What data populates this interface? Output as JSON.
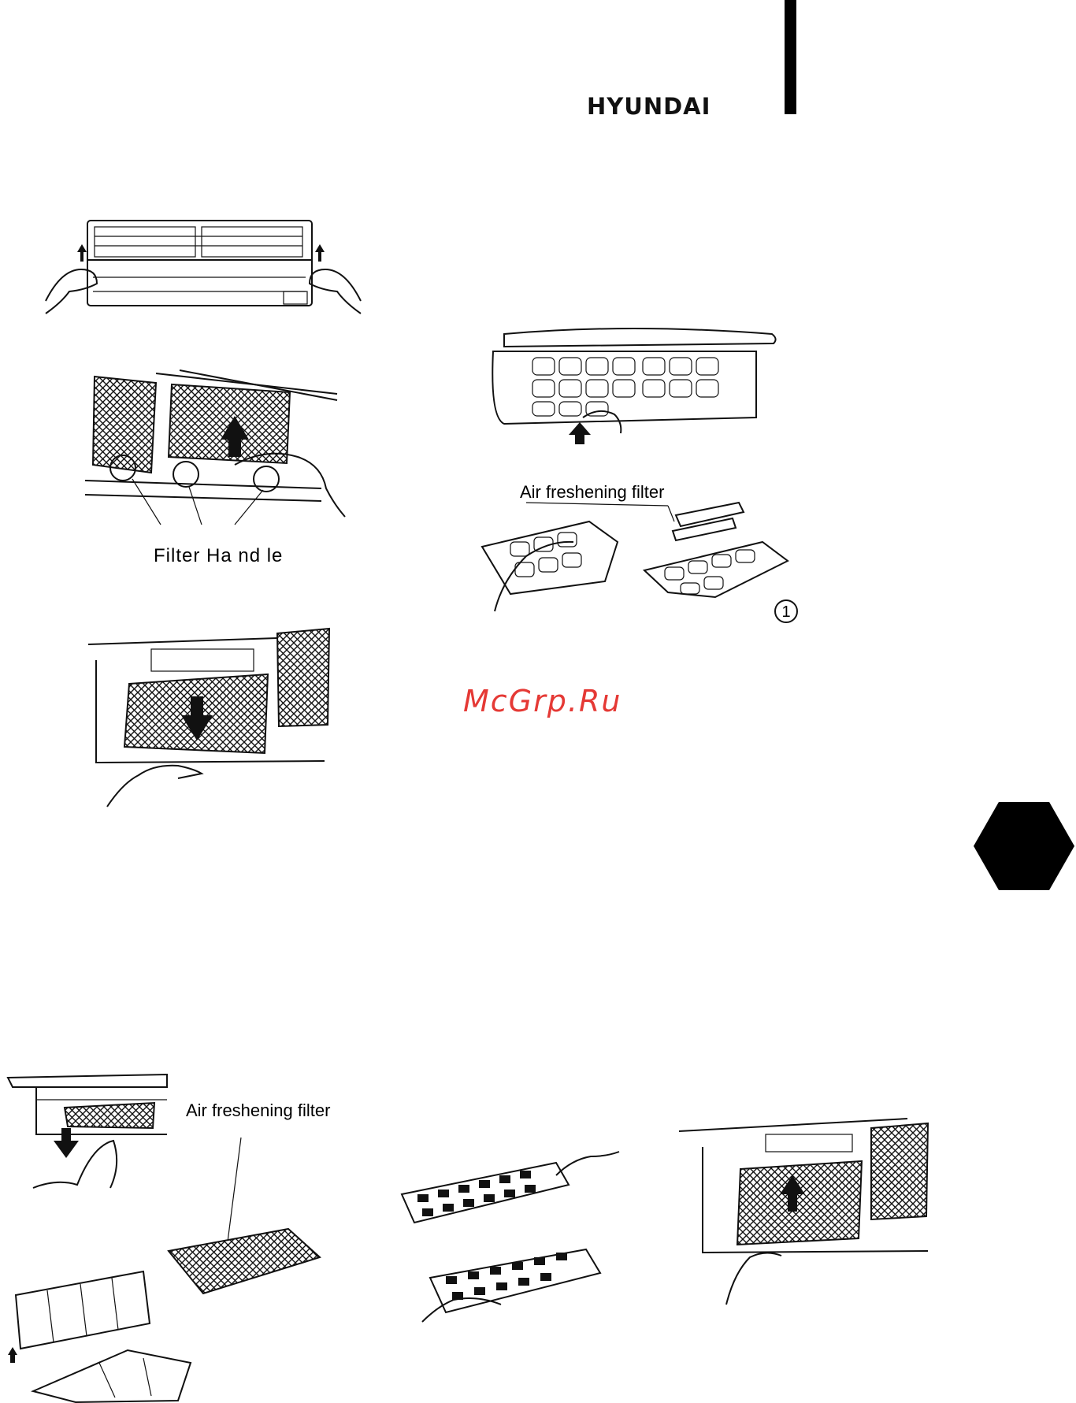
{
  "header": {
    "brand": "HYUNDAI"
  },
  "labels": {
    "filter_handle": "Filter Ha nd le",
    "air_freshening_top": "Air freshening filter",
    "air_freshening_bottom": "Air freshening filter",
    "step_number": "1"
  },
  "watermark": "McGrp.Ru",
  "illustrations": [
    {
      "name": "open-front-panel"
    },
    {
      "name": "pull-filter-handle"
    },
    {
      "name": "remove-filter-down"
    },
    {
      "name": "indoor-unit-open-filter-lift"
    },
    {
      "name": "attach-air-freshening-filter"
    },
    {
      "name": "remove-air-freshening-filter"
    },
    {
      "name": "clean-filters"
    },
    {
      "name": "reinsert-filter-up"
    }
  ],
  "colors": {
    "ink": "#111111",
    "watermark": "#e53935",
    "page": "#ffffff"
  }
}
